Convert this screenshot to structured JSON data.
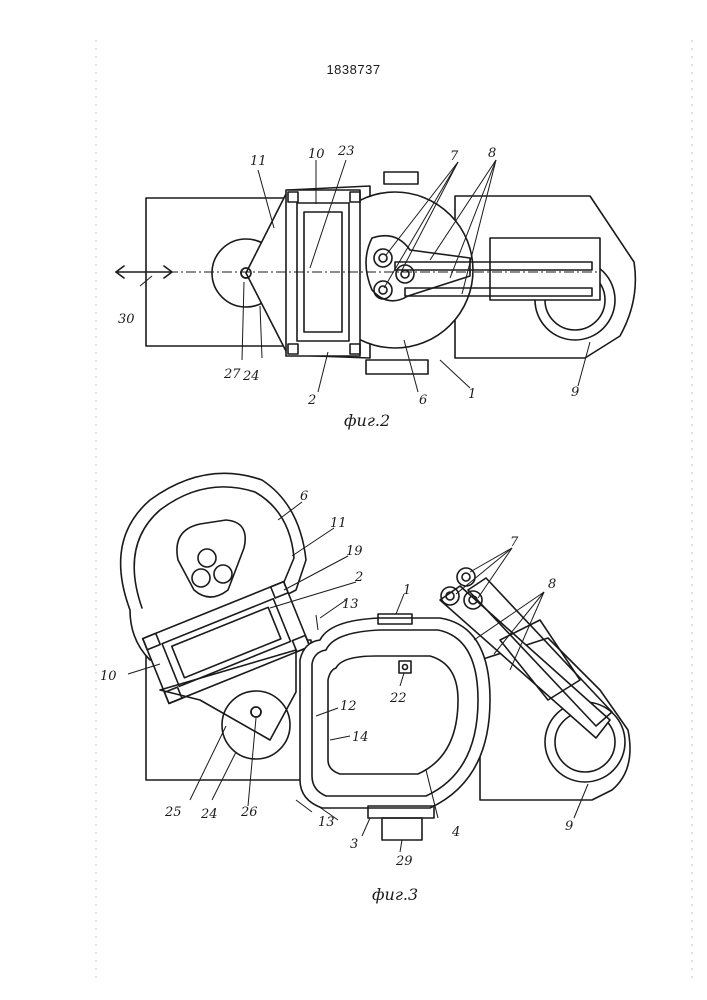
{
  "document": {
    "patent_number": "1838737"
  },
  "figure2": {
    "caption": "фиг.2",
    "labels": {
      "l11": "11",
      "l10": "10",
      "l23": "23",
      "l7": "7",
      "l8": "8",
      "l30": "30",
      "l27": "27",
      "l24": "24",
      "l2": "2",
      "l6": "6",
      "l1": "1",
      "l9": "9"
    }
  },
  "figure3": {
    "caption": "фиг.3",
    "labels": {
      "l6": "6",
      "l11": "11",
      "l19": "19",
      "l2": "2",
      "l1": "1",
      "l13a": "13",
      "l7": "7",
      "l8": "8",
      "l10": "10",
      "l22": "22",
      "l12": "12",
      "l14": "14",
      "l25": "25",
      "l24": "24",
      "l26": "26",
      "l13b": "13",
      "l3": "3",
      "l4": "4",
      "l29": "29",
      "l9": "9"
    }
  }
}
